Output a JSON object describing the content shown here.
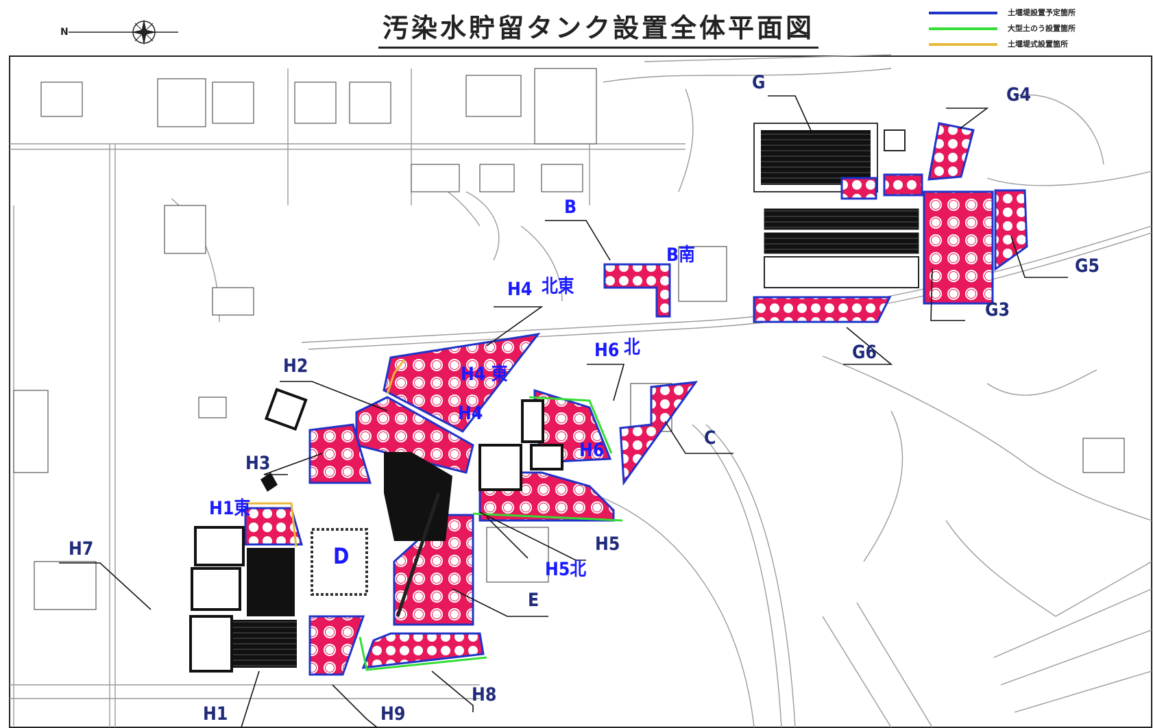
{
  "title": "汚染水貯留タンク設置全体平面図",
  "compass": {
    "north_label": "N",
    "icon": "north-arrow-icon"
  },
  "legend": [
    {
      "label": "土堰堤設置予定箇所",
      "color": "#1f33c8"
    },
    {
      "label": "大型土のう設置箇所",
      "color": "#33dd33"
    },
    {
      "label": "土堰堤式設置箇所",
      "color": "#e8b83a"
    }
  ],
  "colors": {
    "tank": "#e8195a",
    "tank_outline": "#1f33c8",
    "building": "#111111",
    "linework": "#9a9a9a",
    "label_dark": "#1f2a7a",
    "label_blue": "#1a1aff"
  },
  "areas": {
    "G": "G",
    "G3": "G3",
    "G4": "G4",
    "G5": "G5",
    "G6": "G6",
    "B": "B",
    "B_south": "B南",
    "C": "C",
    "D": "D",
    "E": "E",
    "H1": "H1",
    "H1_east": "H1東",
    "H2": "H2",
    "H3": "H3",
    "H4": "H4",
    "H4_label": "H4",
    "H4_northeast": "北東",
    "H4_east": "H4 東",
    "H5": "H5",
    "H5_north": "H5北",
    "H6": "H6",
    "H6_north_num": "H6",
    "H6_north": "北",
    "H7": "H7",
    "H8": "H8",
    "H9": "H9"
  }
}
